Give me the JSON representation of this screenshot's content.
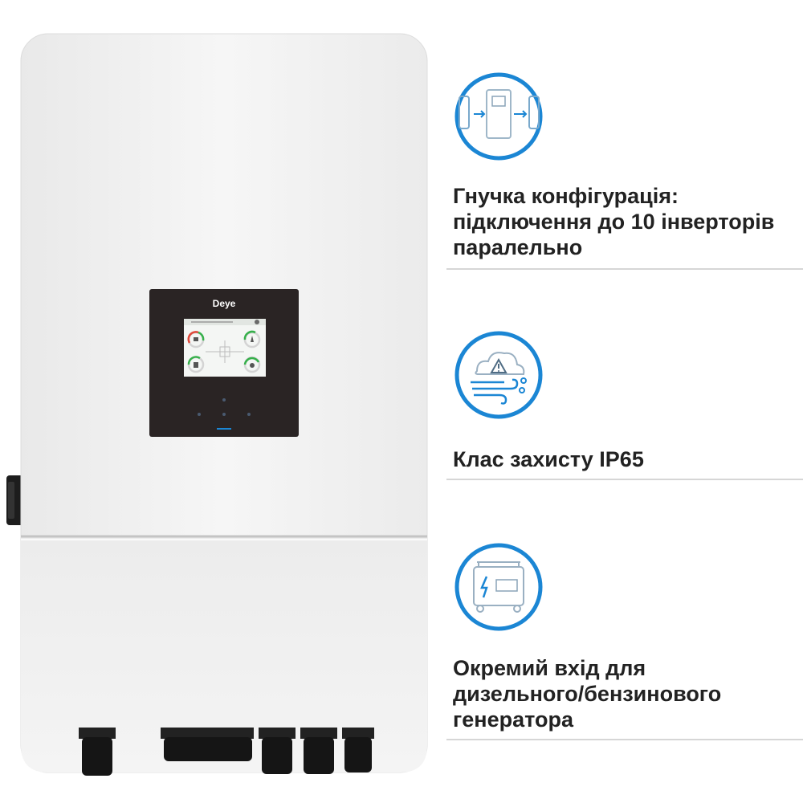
{
  "product": {
    "brand": "Deye",
    "accent_color": "#1b86d4",
    "body_color": "#f1f1f1",
    "display_frame_color": "#2a2424"
  },
  "features": [
    {
      "icon": "parallel-connection-icon",
      "lines": [
        "Гнучка конфігурація:",
        "підключення до 10 інверторів",
        "паралельно"
      ]
    },
    {
      "icon": "weather-protection-icon",
      "lines": [
        "Клас захисту IP65"
      ]
    },
    {
      "icon": "generator-icon",
      "lines": [
        "Окремий вхід для",
        "дизельного/бензинового",
        "генератора"
      ]
    }
  ]
}
